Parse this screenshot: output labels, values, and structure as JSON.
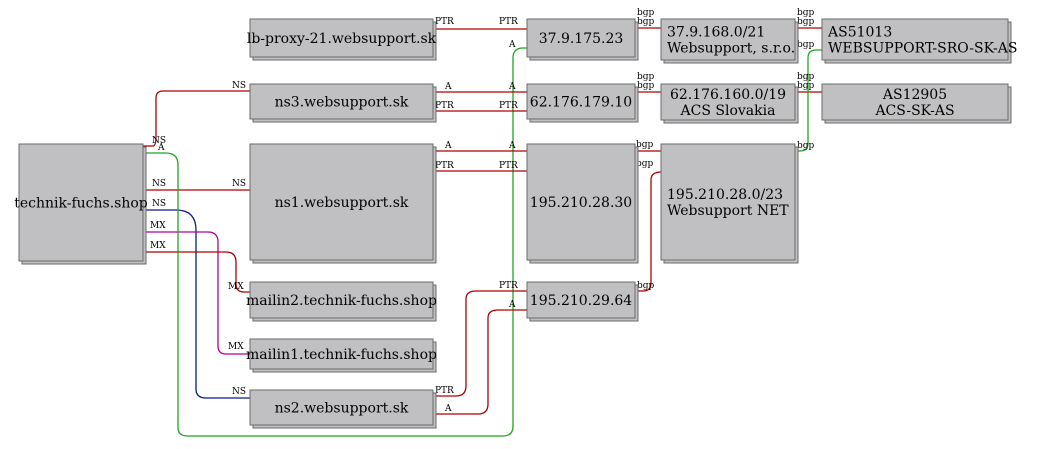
{
  "colors": {
    "red": "#b00000",
    "green": "#1fa81f",
    "blue": "#0b1a8a",
    "magenta": "#b0009a"
  },
  "nodes": [
    {
      "id": "technik",
      "lines": [
        "technik-fuchs.shop"
      ]
    },
    {
      "id": "lbproxy",
      "lines": [
        "lb-proxy-21.websupport.sk"
      ]
    },
    {
      "id": "ns3",
      "lines": [
        "ns3.websupport.sk"
      ]
    },
    {
      "id": "ns1",
      "lines": [
        "ns1.websupport.sk"
      ]
    },
    {
      "id": "mailin2",
      "lines": [
        "mailin2.technik-fuchs.shop"
      ]
    },
    {
      "id": "mailin1",
      "lines": [
        "mailin1.technik-fuchs.shop"
      ]
    },
    {
      "id": "ns2",
      "lines": [
        "ns2.websupport.sk"
      ]
    },
    {
      "id": "ip37",
      "lines": [
        "37.9.175.23"
      ]
    },
    {
      "id": "ip62",
      "lines": [
        "62.176.179.10"
      ]
    },
    {
      "id": "ip195a",
      "lines": [
        "195.210.28.30"
      ]
    },
    {
      "id": "ip195b",
      "lines": [
        "195.210.29.64"
      ]
    },
    {
      "id": "net37",
      "lines": [
        "37.9.168.0/21",
        "Websupport, s.r.o."
      ]
    },
    {
      "id": "net62",
      "lines": [
        "62.176.160.0/19",
        "ACS Slovakia"
      ]
    },
    {
      "id": "net195",
      "lines": [
        "195.210.28.0/23",
        "Websupport NET"
      ]
    },
    {
      "id": "as51013",
      "lines": [
        "AS51013",
        "WEBSUPPORT-SRO-SK-AS"
      ]
    },
    {
      "id": "as12905",
      "lines": [
        "AS12905",
        "ACS-SK-AS"
      ]
    }
  ],
  "edges": [
    {
      "id": "tf-ns3",
      "color": "red",
      "labels": [
        "NS",
        "NS"
      ]
    },
    {
      "id": "tf-ns1",
      "color": "red",
      "labels": [
        "NS",
        "NS"
      ]
    },
    {
      "id": "tf-ns2",
      "color": "blue",
      "labels": [
        "NS",
        "NS"
      ]
    },
    {
      "id": "tf-mailin2",
      "color": "red",
      "labels": [
        "MX",
        "MX"
      ]
    },
    {
      "id": "tf-mailin1",
      "color": "magenta",
      "labels": [
        "MX",
        "MX"
      ]
    },
    {
      "id": "tf-ip37",
      "color": "green",
      "labels": [
        "A",
        "A"
      ]
    },
    {
      "id": "lb-ip37",
      "color": "red",
      "labels": [
        "PTR",
        "PTR"
      ]
    },
    {
      "id": "ns3-ip62-a",
      "color": "red",
      "labels": [
        "A",
        "A"
      ]
    },
    {
      "id": "ns3-ip62-ptr",
      "color": "red",
      "labels": [
        "PTR",
        "PTR"
      ]
    },
    {
      "id": "ns1-ip195a-a",
      "color": "red",
      "labels": [
        "A",
        "A"
      ]
    },
    {
      "id": "ns1-ip195a-ptr",
      "color": "red",
      "labels": [
        "PTR",
        "PTR"
      ]
    },
    {
      "id": "ns2-ip195b-ptr",
      "color": "red",
      "labels": [
        "PTR",
        "PTR"
      ]
    },
    {
      "id": "ns2-ip195b-a",
      "color": "red",
      "labels": [
        "A",
        "A"
      ]
    },
    {
      "id": "ip37-net37",
      "color": "red",
      "labels": [
        "bgp",
        "bgp"
      ]
    },
    {
      "id": "ip62-net62",
      "color": "red",
      "labels": [
        "bgp",
        "bgp"
      ]
    },
    {
      "id": "ip195a-net195",
      "color": "red",
      "labels": [
        "bgp",
        "bgp"
      ]
    },
    {
      "id": "ip195b-net195",
      "color": "red",
      "labels": [
        "bgp"
      ]
    },
    {
      "id": "net37-as51013",
      "color": "red",
      "labels": [
        "bgp",
        "bgp"
      ]
    },
    {
      "id": "net62-as12905",
      "color": "red",
      "labels": [
        "bgp",
        "bgp"
      ]
    },
    {
      "id": "net195-as51013",
      "color": "green",
      "labels": [
        "bgp",
        "bgp"
      ]
    }
  ]
}
